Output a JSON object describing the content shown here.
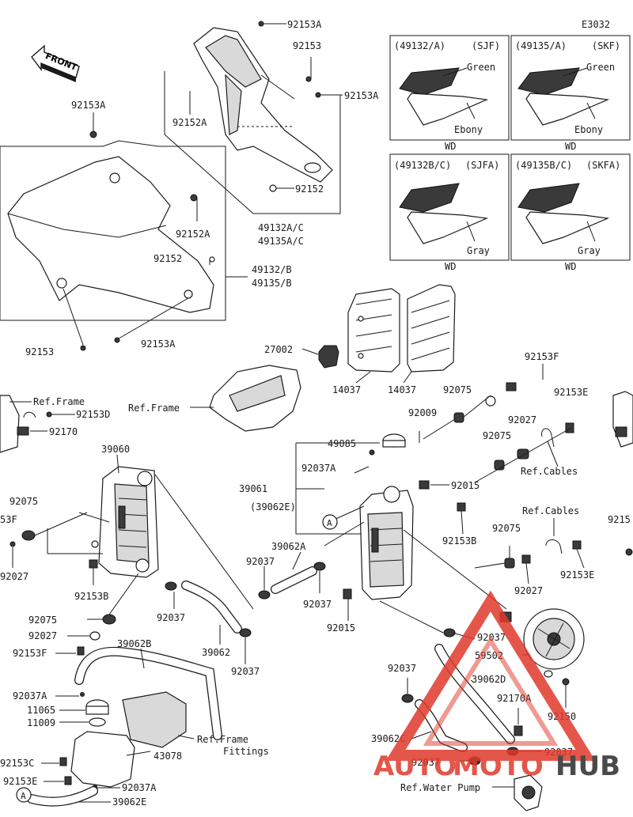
{
  "diagram_code": "E3032",
  "front_label": "FRONT",
  "swatches": [
    {
      "code": "(49132/A)",
      "variant": "(SJF)",
      "color_top": "Green",
      "color_bottom": "Ebony",
      "footer": "WD"
    },
    {
      "code": "(49135/A)",
      "variant": "(SKF)",
      "color_top": "Green",
      "color_bottom": "Ebony",
      "footer": "WD"
    },
    {
      "code": "(49132B/C)",
      "variant": "(SJFA)",
      "color_top": "",
      "color_bottom": "Gray",
      "footer": "WD"
    },
    {
      "code": "(49135B/C)",
      "variant": "(SKFA)",
      "color_top": "",
      "color_bottom": "Gray",
      "footer": "WD"
    }
  ],
  "labels": {
    "l01": "92153A",
    "l02": "92153",
    "l03": "92153A",
    "l04": "92152A",
    "l05": "92152",
    "l06": "49132A/C",
    "l07": "49135A/C",
    "l08": "92153A",
    "l09": "92152A",
    "l10": "92152",
    "l11": "49132/B",
    "l12": "49135/B",
    "l13": "92153",
    "l14": "92153A",
    "l15": "27002",
    "l16": "14037",
    "l17": "14037",
    "l18": "Ref.Frame",
    "l19": "92153F",
    "l20": "92075",
    "l21": "92153E",
    "l22": "92009",
    "l23": "Ref.Frame",
    "l24": "92153D",
    "l25": "92170",
    "l26": "49085",
    "l27": "92027",
    "l28": "92075",
    "l29": "39060",
    "l30": "92037A",
    "l31": "92015",
    "l32": "Ref.Cables",
    "l33": "39061",
    "l34": "(39062E)",
    "l35": "92075",
    "l36": "53F",
    "l37": "92153B",
    "l38": "Ref.Cables",
    "l39": "9215",
    "l40": "92027",
    "l41": "39062A",
    "l42": "92075",
    "l43": "92037",
    "l44": "92153B",
    "l45": "92037",
    "l46": "92153E",
    "l47": "92027",
    "l48": "92075",
    "l49": "92037",
    "l50": "92015",
    "l51": "92027",
    "l52": "92037",
    "l53": "92153F",
    "l54": "39062B",
    "l55": "39062",
    "l56": "59502",
    "l57": "92037",
    "l58": "92037",
    "l59": "39062D",
    "l60": "92037A",
    "l61": "11065",
    "l62": "92170A",
    "l63": "11009",
    "l64": "92150",
    "l65": "Ref.Frame",
    "l66": "Fittings",
    "l67": "39062C",
    "l68": "43078",
    "l69": "92153C",
    "l70": "92037",
    "l71": "92037",
    "l72": "92153E",
    "l73": "92037A",
    "l74": "Ref.Water Pump",
    "l75": "39062E",
    "callout_a": "A"
  },
  "watermark": {
    "part1": "AUTO",
    "part2": "MOTO",
    "part3": "HUB",
    "color_red": "#e0392b",
    "color_dark": "#2b2b2b"
  }
}
